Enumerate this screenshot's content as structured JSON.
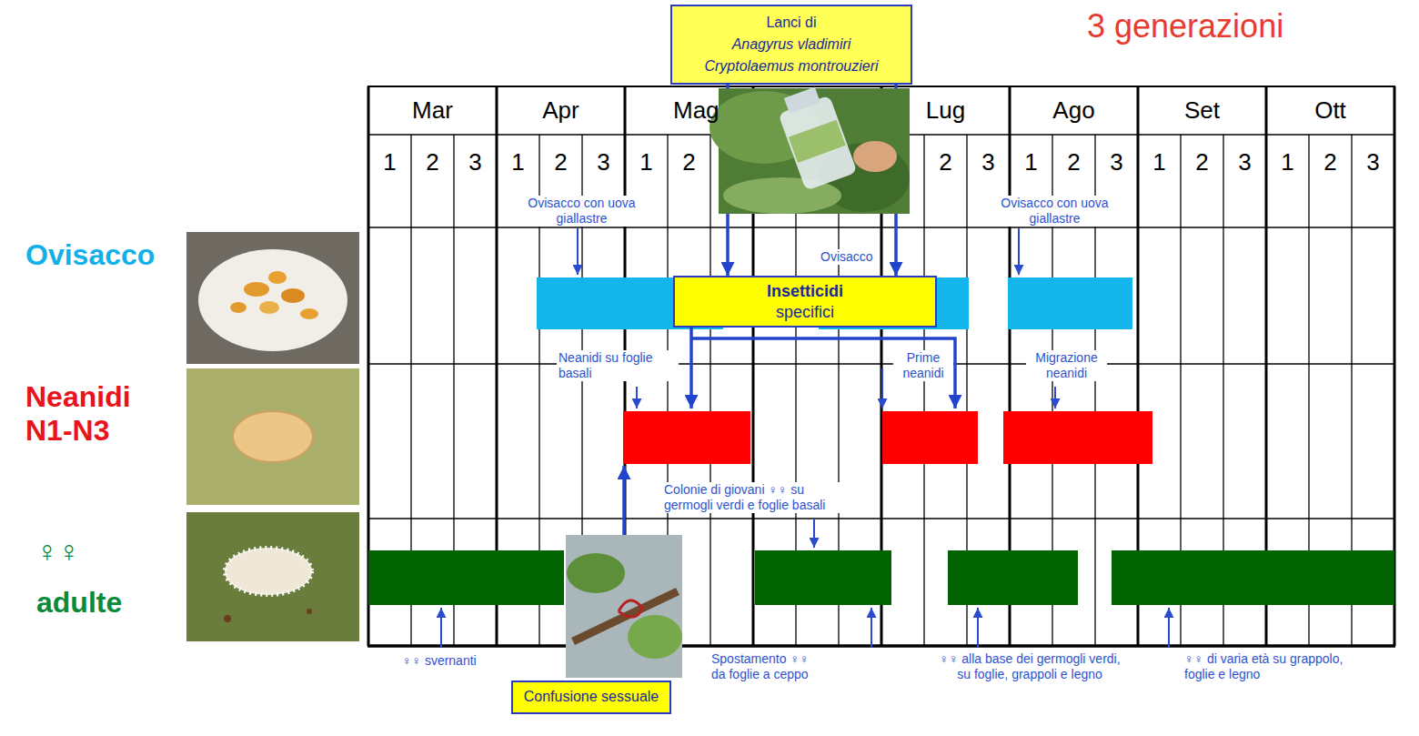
{
  "diagram": {
    "title": "3 generazioni",
    "nodes": [
      {
        "text": [
          "Lanci di",
          "Anagyrus vladimiri Cryptolaemus montrouzieri"
        ]
      },
      {
        "text": [
          "Insetticidi",
          "specifici"
        ]
      },
      {
        "text": [
          "Confusione sessuale"
        ]
      }
    ],
    "edges": [
      {
        "from": 0,
        "to": 1,
        "arrow": "to"
      },
      {
        "from": 0,
        "to": 1,
        "arrow": "to"
      }
    ],
    "labels": [
      "Mar",
      "Apr",
      "Mag",
      "Lug",
      "Ago",
      "Set",
      "Ott",
      "1",
      "2",
      "3",
      "1",
      "2",
      "3",
      "1",
      "2",
      "2",
      "3",
      "1",
      "2",
      "3",
      "1",
      "2",
      "3",
      "1",
      "2",
      "3",
      "Ovisacco",
      "Neanidi N1-N3",
      "♀♀ adulte",
      "Ovisacco con uova giallastre",
      "Ovisacco",
      "Ovisacco con uova giallastre",
      "Neanidi su foglie basali",
      "Prime neanidi",
      "Migrazione neanidi",
      "Colonie di giovani ♀♀ su germogli verdi e foglie basali",
      "♀♀ svernanti",
      "Spostamento ♀♀ da foglie a ceppo",
      "♀♀ alla base dei germogli verdi, su foglie, grappoli e legno",
      "♀♀ di varia età su grappolo, foglie e legno"
    ]
  }
}
